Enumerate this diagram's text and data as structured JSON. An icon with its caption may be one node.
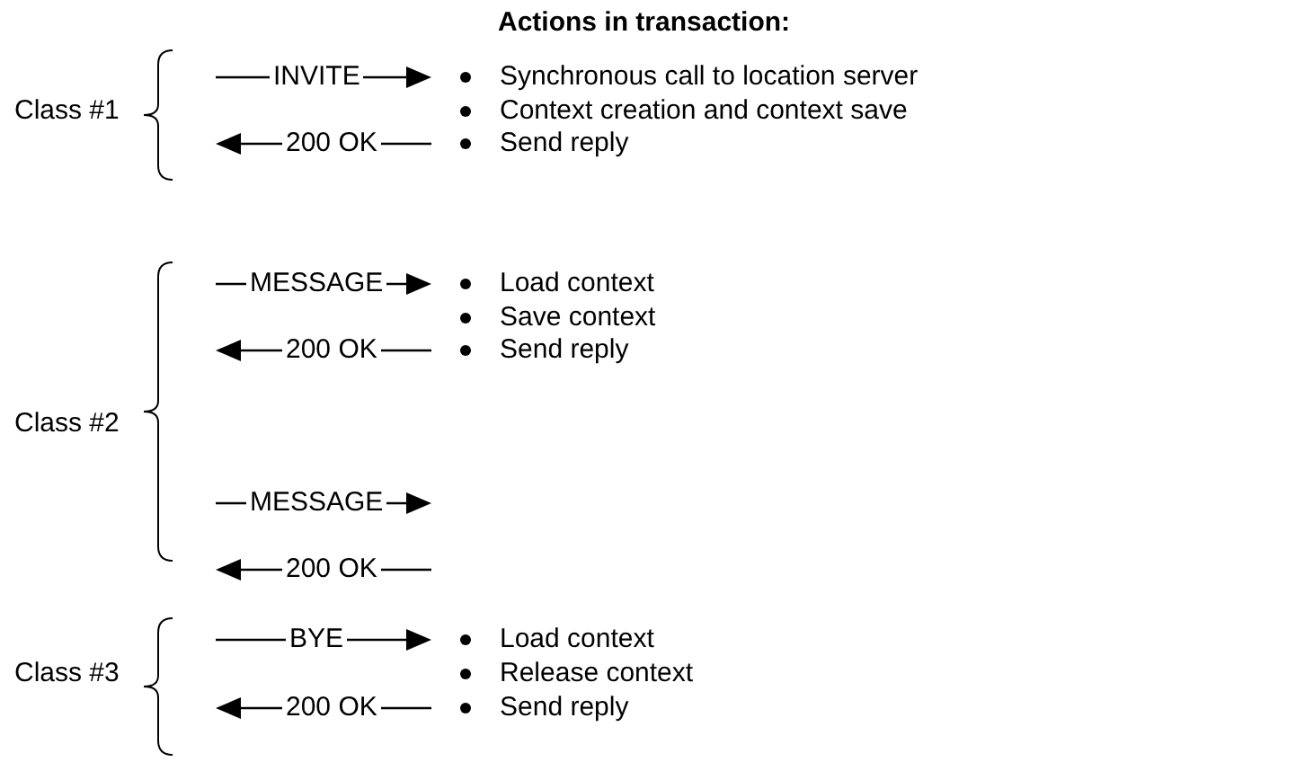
{
  "diagram": {
    "labels": [
      "Actions in transaction:",
      "INVITE",
      "Synchronous call to location server",
      "Class #1",
      "Context creation and context save",
      "200 OK",
      "Send reply",
      "MESSAGE",
      "Load context",
      "Save context",
      "200 OK",
      "Send reply",
      "Class #2",
      "MESSAGE",
      "200 OK",
      "BYE",
      "Load context",
      "Class #3",
      "Release context",
      "200 OK",
      "Send reply"
    ]
  }
}
